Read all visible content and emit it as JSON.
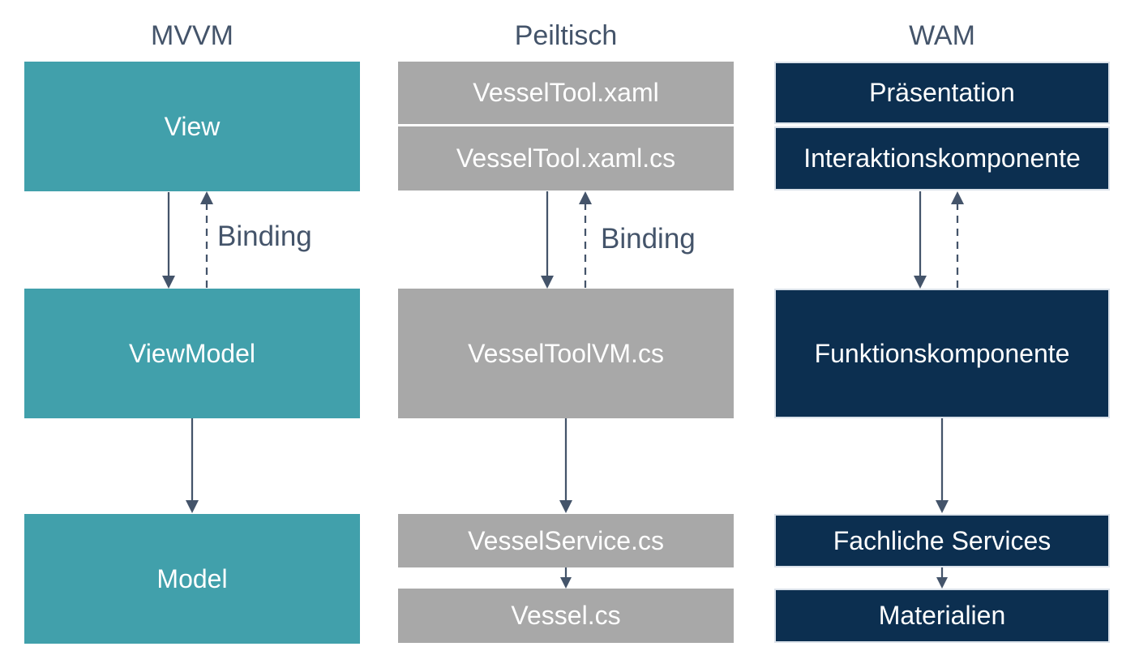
{
  "diagram": {
    "background": "#FFFFFF",
    "title_color": "#44546A",
    "arrow_color": "#44546A",
    "columns": [
      {
        "title": "MVVM",
        "color": "#41A0AB",
        "boxes": [
          "View",
          "ViewModel",
          "Model"
        ],
        "binding_label": "Binding"
      },
      {
        "title": "Peiltisch",
        "color": "#A8A8A8",
        "boxes": [
          "VesselTool.xaml",
          "VesselTool.xaml.cs",
          "VesselToolVM.cs",
          "VesselService.cs",
          "Vessel.cs"
        ],
        "binding_label": "Binding"
      },
      {
        "title": "WAM",
        "color": "#0C2F50",
        "boxes": [
          "Präsentation",
          "Interaktionskomponente",
          "Funktionskomponente",
          "Fachliche Services",
          "Materialien"
        ]
      }
    ]
  }
}
